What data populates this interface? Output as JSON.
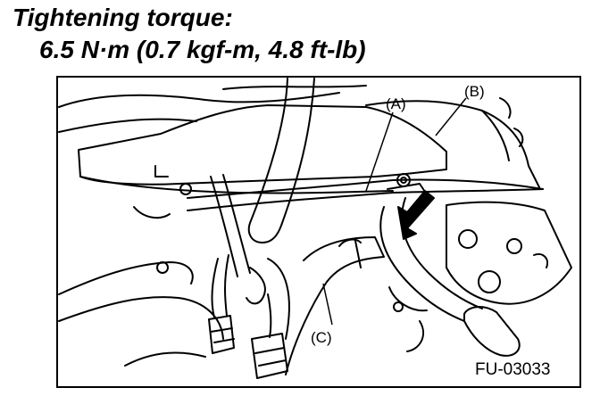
{
  "heading": {
    "title": "Tightening torque:",
    "value": "6.5 N·m (0.7 kgf-m, 4.8 ft-lb)"
  },
  "figure": {
    "callouts": {
      "a": "(A)",
      "b": "(B)",
      "c": "(C)"
    },
    "figure_id": "FU-03033"
  }
}
